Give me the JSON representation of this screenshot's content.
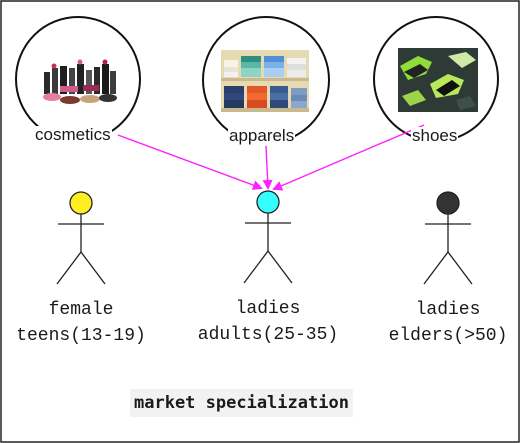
{
  "products": [
    {
      "label": "cosmetics",
      "image": "cosmetics-photo"
    },
    {
      "label": "apparels",
      "image": "folded-clothes-photo"
    },
    {
      "label": "shoes",
      "image": "sneakers-photo"
    }
  ],
  "segments": [
    {
      "line1": "female",
      "line2": "teens(13-19)",
      "head_color": "#ffee22"
    },
    {
      "line1": "ladies",
      "line2": "adults(25-35)",
      "head_color": "#33ffff"
    },
    {
      "line1": "ladies",
      "line2": "elders(>50)",
      "head_color": "#333333"
    }
  ],
  "arrow_color": "#ff22ff",
  "caption": "market specialization"
}
